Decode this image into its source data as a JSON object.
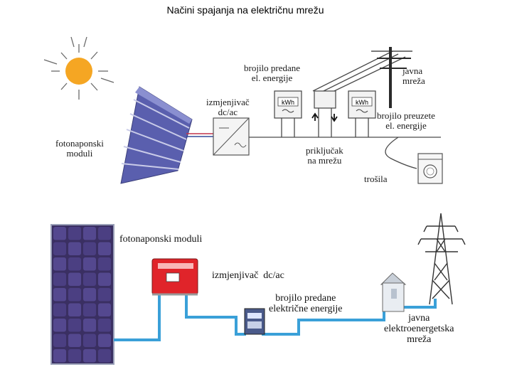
{
  "title": "Načini spajanja na električnu mrežu",
  "top_diagram": {
    "label_pv_modules": [
      "fotonaponski",
      "moduli"
    ],
    "label_inverter": [
      "izmjenjivač",
      "dc/ac"
    ],
    "label_meter_delivered": [
      "brojilo predane",
      "el. energije"
    ],
    "label_grid": [
      "javna",
      "mreža"
    ],
    "label_meter_taken": [
      "brojilo preuzete",
      "el. energije"
    ],
    "label_connection": [
      "priključak",
      "na mrežu"
    ],
    "label_consumers": "trošila",
    "meter_unit": "kWh"
  },
  "bottom_diagram": {
    "label_pv_modules": "fotonaponski moduli",
    "label_inverter": "izmjenjivač  dc/ac",
    "label_meter": [
      "brojilo predane",
      "električne energije"
    ],
    "label_grid": [
      "javna",
      "elektroenergetska",
      "mreža"
    ]
  },
  "colors": {
    "sun": "#f5a623",
    "panel": "#4a4f9a",
    "inverter_red": "#e0242a",
    "cable_blue": "#3aa0d8",
    "line_gray": "#4a4a4a"
  }
}
